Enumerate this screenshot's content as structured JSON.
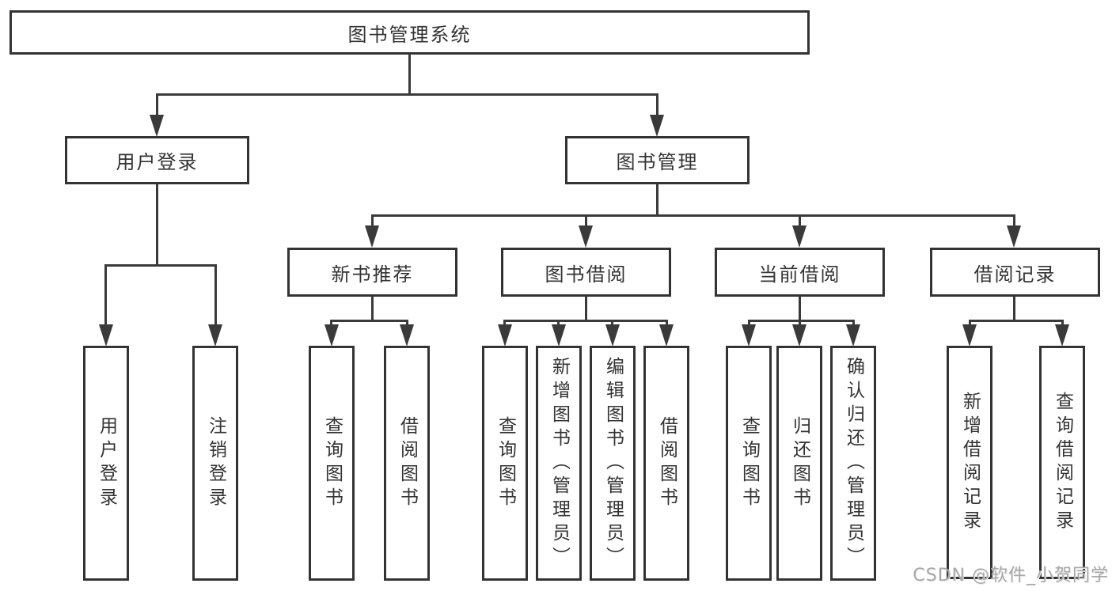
{
  "diagram": {
    "root": {
      "label": "图书管理系统"
    },
    "level2": [
      {
        "label": "用户登录"
      },
      {
        "label": "图书管理"
      }
    ],
    "level3": [
      {
        "label": "新书推荐"
      },
      {
        "label": "图书借阅"
      },
      {
        "label": "当前借阅"
      },
      {
        "label": "借阅记录"
      }
    ],
    "leaves": {
      "user_login": [
        "用户登录",
        "注销登录"
      ],
      "new_book": [
        "查询图书",
        "借阅图书"
      ],
      "book_borrow": [
        "查询图书",
        "新增图书（管理员）",
        "编辑图书（管理员）",
        "借阅图书"
      ],
      "current_borrow": [
        "查询图书",
        "归还图书",
        "确认归还（管理员）"
      ],
      "borrow_record": [
        "新增借阅记录",
        "查询借阅记录"
      ]
    }
  },
  "watermark": {
    "text": "CSDN @软件_小贺同学"
  },
  "colors": {
    "line": "#3a3a3a",
    "box_border": "#333333",
    "text": "#333333",
    "watermark": "#a8a8a8",
    "background": "#ffffff"
  }
}
